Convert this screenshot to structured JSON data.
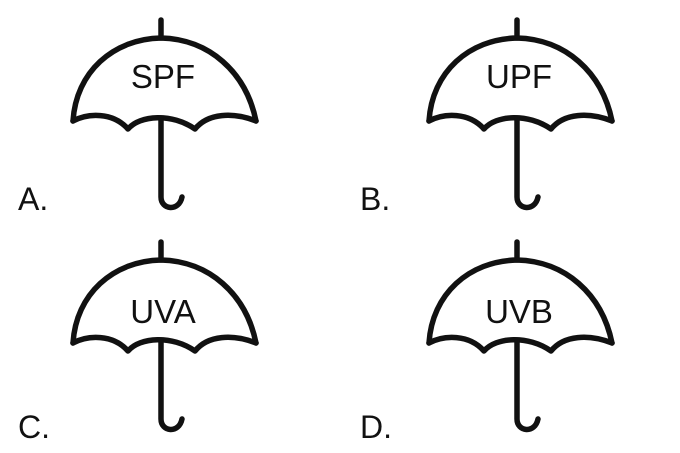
{
  "options": [
    {
      "letter": "A.",
      "term": "SPF"
    },
    {
      "letter": "B.",
      "term": "UPF"
    },
    {
      "letter": "C.",
      "term": "UVA"
    },
    {
      "letter": "D.",
      "term": "UVB"
    }
  ],
  "colors": {
    "stroke": "#111111",
    "background": "#ffffff"
  },
  "icon": "umbrella-icon"
}
